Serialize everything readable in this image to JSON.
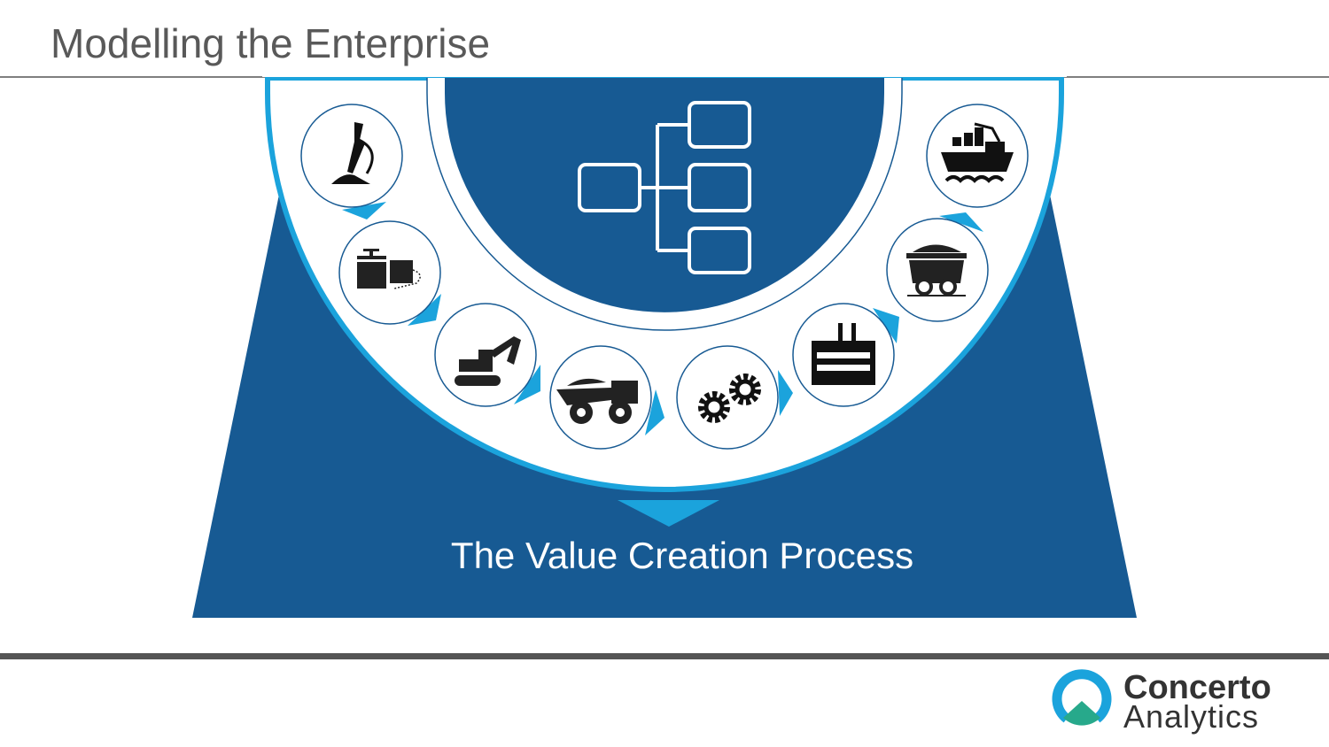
{
  "slide": {
    "title": "Modelling the Enterprise",
    "process_label": "The Value Creation Process"
  },
  "process_steps": [
    {
      "icon": "jackhammer-drill-icon"
    },
    {
      "icon": "detonator-explosives-icon"
    },
    {
      "icon": "excavator-icon"
    },
    {
      "icon": "haul-truck-icon"
    },
    {
      "icon": "gears-processing-icon"
    },
    {
      "icon": "factory-plant-icon"
    },
    {
      "icon": "ore-rail-cart-icon"
    },
    {
      "icon": "cargo-ship-icon"
    }
  ],
  "center_icon": "org-hierarchy-icon",
  "logo": {
    "name": "Concerto",
    "sub": "Analytics"
  },
  "colors": {
    "navy": "#175a93",
    "cyan": "#1ba3dc",
    "teal": "#27a98b",
    "text": "#595959"
  }
}
